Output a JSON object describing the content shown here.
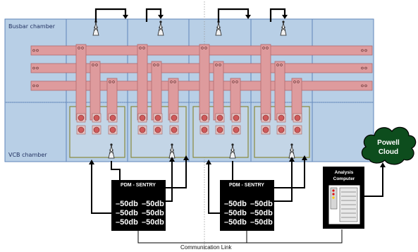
{
  "labels": {
    "busbar_chamber": "Busbar chamber",
    "vcb_chamber": "VCB chamber",
    "communication_link": "Communication Link"
  },
  "pdm_units": [
    {
      "title": "PDM - SENTRY",
      "readings": [
        "–50db",
        "–50db",
        "–50db",
        "–50db",
        "–50db",
        "–50db"
      ]
    },
    {
      "title": "PDM - SENTRY",
      "readings": [
        "–50db",
        "–50db",
        "–50db",
        "–50db",
        "–50db",
        "–50db"
      ]
    }
  ],
  "cloud": {
    "line1": "Powell",
    "line2": "Cloud"
  },
  "analysis_computer": {
    "line1": "Analysis",
    "line2": "Computer"
  },
  "colors": {
    "chamber_fill": "#b8cfe6",
    "chamber_border": "#5f86ba",
    "busbar_fill": "#de9b9d",
    "busbar_border": "#b06a6e",
    "vcb_border": "#8a8a3c",
    "pdm_fill": "#000000",
    "cloud_fill": "#0d4d1d",
    "contact_fill": "#cf5a5a"
  }
}
